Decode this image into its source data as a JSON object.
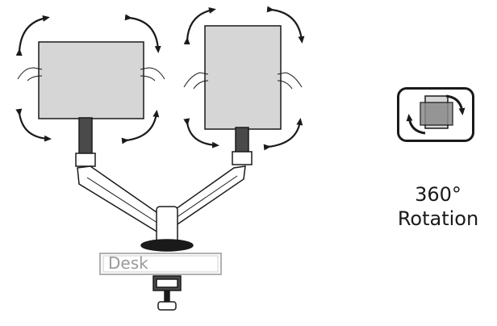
{
  "desk": {
    "label": "Desk"
  },
  "rotation": {
    "line1": "360°",
    "line2": "Rotation",
    "icon": "rotate-360-icon"
  },
  "colors": {
    "ink": "#1a1a1a",
    "panel": "#d6d6d6",
    "label_gray": "#9a9a9a",
    "desk_outline": "#b0b0b0"
  }
}
